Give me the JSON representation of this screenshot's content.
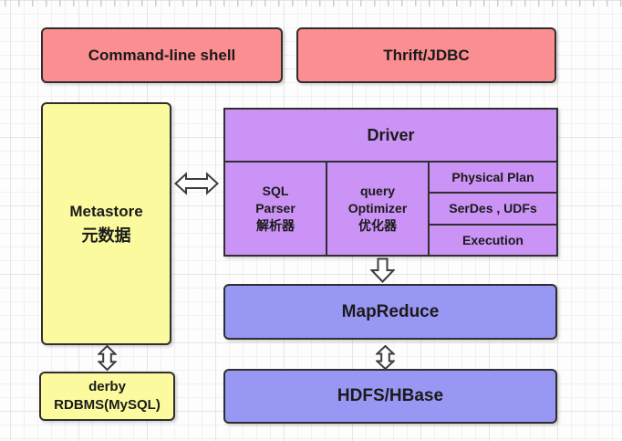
{
  "nodes": {
    "command_line_shell": {
      "label": "Command-line shell"
    },
    "thrift_jdbc": {
      "label": "Thrift/JDBC"
    },
    "metastore": {
      "lines": [
        "Metastore",
        "元数据"
      ]
    },
    "driver": {
      "label": "Driver"
    },
    "sql_parser": {
      "lines": [
        "SQL",
        "Parser",
        "解析器"
      ]
    },
    "query_optimizer": {
      "lines": [
        "query",
        "Optimizer",
        "优化器"
      ]
    },
    "physical_plan": {
      "label": "Physical Plan"
    },
    "serdes_udfs": {
      "label": "SerDes , UDFs"
    },
    "execution": {
      "label": "Execution"
    },
    "mapreduce": {
      "label": "MapReduce"
    },
    "hdfs_hbase": {
      "label": "HDFS/HBase"
    },
    "derby": {
      "lines": [
        "derby",
        "RDBMS(MySQL)"
      ]
    }
  },
  "colors": {
    "client_fill": "#fa8e90",
    "store_fill": "#fbfa9e",
    "driver_fill": "#cb93f5",
    "engine_fill": "#9997f4",
    "border": "#2f2f2f",
    "text": "#1a1a1a"
  },
  "arrows": [
    {
      "name": "metastore-driver-arrow",
      "type": "double-horizontal"
    },
    {
      "name": "driver-mapreduce-arrow",
      "type": "down"
    },
    {
      "name": "mapreduce-hdfs-arrow",
      "type": "double-vertical"
    },
    {
      "name": "metastore-derby-arrow",
      "type": "double-vertical"
    }
  ]
}
